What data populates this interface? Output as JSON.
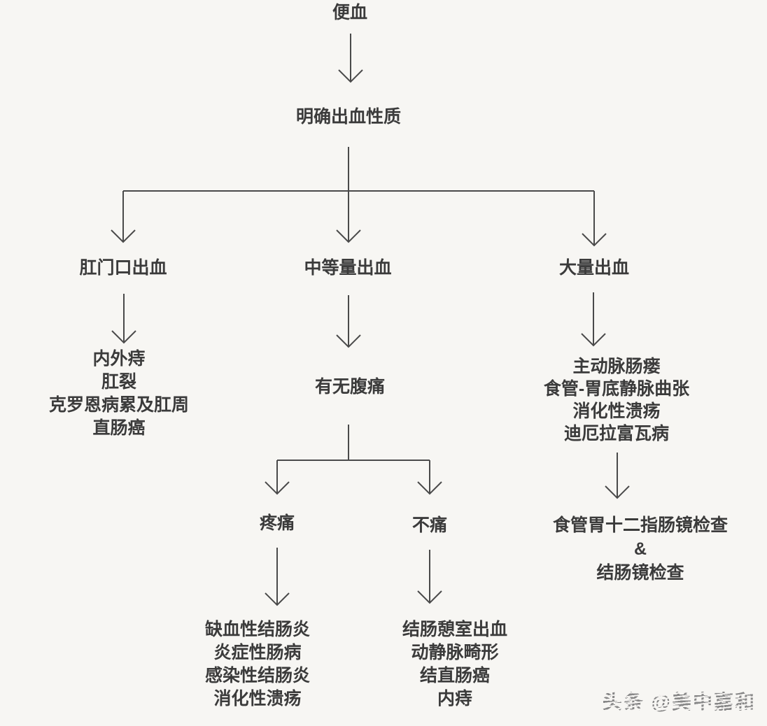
{
  "page": {
    "background": "#f7f6f3",
    "line_color": "#4a4a4a",
    "text_color": "#3b3b3b",
    "watermark_color": "#8f8f8f"
  },
  "flowchart": {
    "title": "便血",
    "step1": "明确出血性质",
    "branches": [
      {
        "label": "肛门口出血",
        "causes": [
          "内外痔",
          "肛裂",
          "克罗恩病累及肛周",
          "直肠癌"
        ]
      },
      {
        "label": "中等量出血",
        "question": "有无腹痛",
        "sub": [
          {
            "label": "疼痛",
            "causes": [
              "缺血性结肠炎",
              "炎症性肠病",
              "感染性结肠炎",
              "消化性溃疡"
            ]
          },
          {
            "label": "不痛",
            "causes": [
              "结肠憩室出血",
              "动静脉畸形",
              "结直肠癌",
              "内痔"
            ]
          }
        ]
      },
      {
        "label": "大量出血",
        "causes": [
          "主动脉肠瘘",
          "食管-胃底静脉曲张",
          "消化性溃疡",
          "迪厄拉富瓦病"
        ],
        "workup": [
          "食管胃十二指肠镜检查",
          "&",
          "结肠镜检查"
        ]
      }
    ]
  },
  "watermark": "头条 @美中嘉和"
}
